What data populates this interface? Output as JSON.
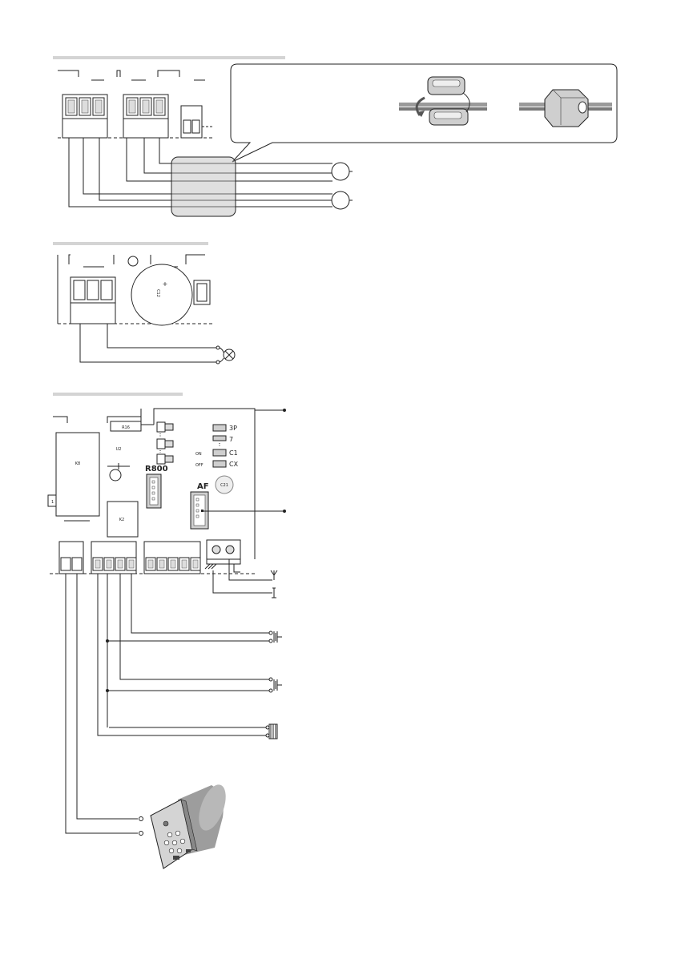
{
  "diagram": {
    "pcb_components": {
      "relay": "K8",
      "resistor": "R16",
      "ic": "U2",
      "relay2": "K2",
      "capacitor_top": "C12",
      "capacitor_small": "C21"
    },
    "dip_labels": [
      "3P",
      "7",
      "C1",
      "CX"
    ],
    "dip_state_labels": [
      "ON",
      "OFF"
    ],
    "connector_labels": [
      "R800",
      "AF"
    ]
  }
}
